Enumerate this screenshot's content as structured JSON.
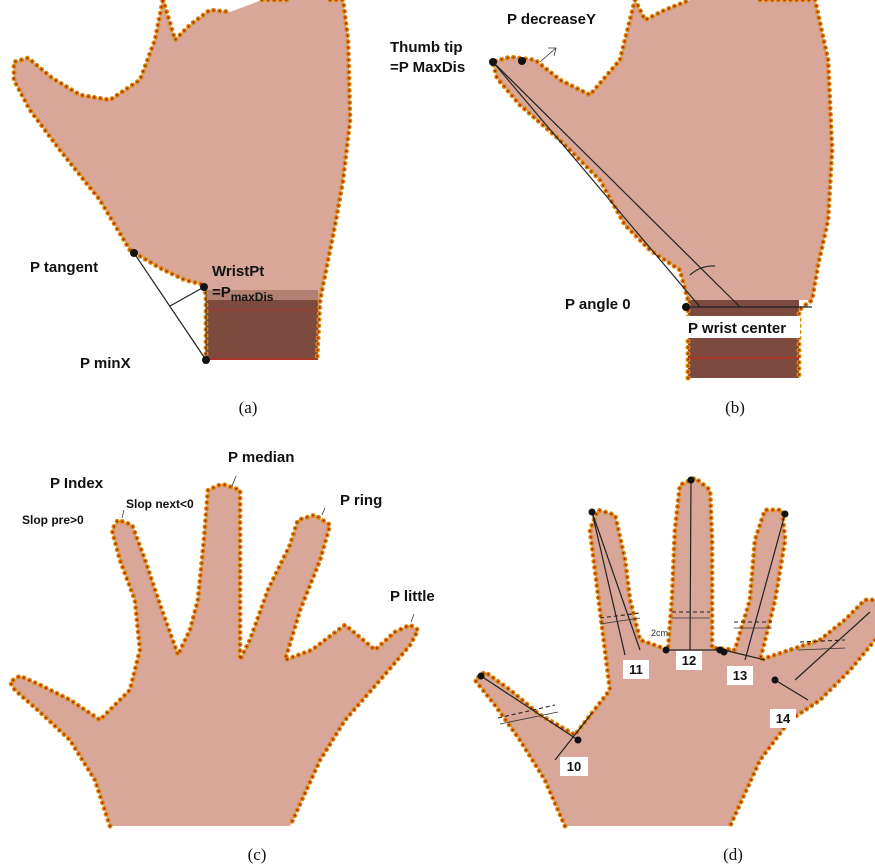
{
  "panels": {
    "a": {
      "caption": "(a)",
      "labels": {
        "p_tangent": "P tangent",
        "wrist_pt": "WristPt",
        "p_maxdis_prefix": "=P",
        "p_maxdis_sub": "maxDis",
        "p_minx": "P minX"
      }
    },
    "b": {
      "caption": "(b)",
      "labels": {
        "thumb_tip": "Thumb tip",
        "p_maxdis": "=P MaxDis",
        "p_decreasey": "P decreaseY",
        "p_angle0": "P angle 0",
        "p_wrist_center": "P wrist center"
      }
    },
    "c": {
      "caption": "(c)",
      "labels": {
        "p_index": "P Index",
        "slop_pre": "Slop pre>0",
        "slop_next": "Slop next<0",
        "p_median": "P median",
        "p_ring": "P ring",
        "p_little": "P little"
      }
    },
    "d": {
      "caption": "(d)",
      "labels": {
        "two_cm": "2cm",
        "n10": "10",
        "n11": "11",
        "n12": "12",
        "n13": "13",
        "n14": "14"
      }
    }
  },
  "colors": {
    "skin": "#d8a79a",
    "wrist": "#7c4a3e",
    "contour_outer": "#d98a10",
    "contour_inner": "#b01e10",
    "line": "#222222",
    "red_line": "#c62a1a"
  }
}
